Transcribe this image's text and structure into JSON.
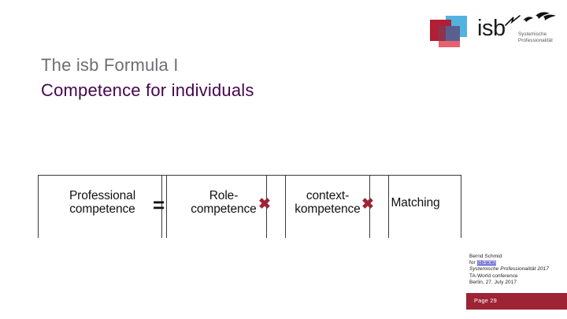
{
  "slide": {
    "title_line1": "The isb Formula I",
    "title_line2": "Competence for individuals",
    "title_color": "#6e6e76",
    "subtitle_color": "#45064e",
    "background": "#ffffff"
  },
  "logo": {
    "wordmark": "isb",
    "tagline_line1": "Systemische",
    "tagline_line2": "Professionalität",
    "colors": {
      "blue": "#53b3e0",
      "pink": "#e8616e",
      "dark_red": "#b01f33",
      "overlap_purple": "#5a5f8f"
    }
  },
  "formula": {
    "boxes": [
      {
        "label_line1": "Professional",
        "label_line2": "competence"
      },
      {
        "label_line1": "Role-",
        "label_line2": "competence"
      },
      {
        "label_line1": "context-",
        "label_line2": "kompetence"
      },
      {
        "label_line1": "Matching",
        "label_line2": ""
      }
    ],
    "operators": [
      {
        "symbol": "=",
        "type": "equals"
      },
      {
        "symbol": "✖",
        "type": "multiply"
      },
      {
        "symbol": "✖",
        "type": "multiply"
      }
    ],
    "operator_color": "#9e2335",
    "box_border_color": "#3a3a3a"
  },
  "footer": {
    "author": "Bernd Schmid",
    "for_prefix": "for ",
    "link_text": "isb-w.eu",
    "line_italic": "Systemische Professionalität 2017",
    "line3": "TA-World conference",
    "line4": "Berlin, 27. July 2017",
    "page_label": "Page 29",
    "bar_color": "#9e2335",
    "link_color": "#1414c8"
  }
}
